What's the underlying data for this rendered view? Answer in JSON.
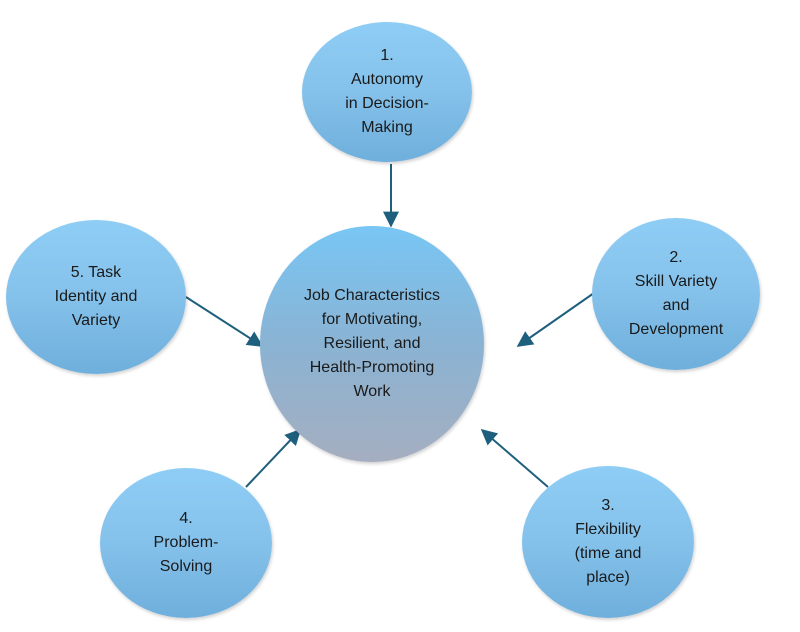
{
  "diagram": {
    "center": {
      "label": "Job Characteristics\nfor Motivating,\nResilient, and\nHealth-Promoting\nWork"
    },
    "nodes": [
      {
        "id": "autonomy",
        "label": "1.\nAutonomy\nin Decision-\nMaking"
      },
      {
        "id": "skill",
        "label": "2.\nSkill Variety\nand\nDevelopment"
      },
      {
        "id": "flexibility",
        "label": "3.\nFlexibility\n(time and\nplace)"
      },
      {
        "id": "problem",
        "label": "4.\nProblem-\nSolving"
      },
      {
        "id": "task",
        "label": "5. Task\nIdentity and\nVariety"
      }
    ],
    "colors": {
      "arrow": "#1f5f7e",
      "node_fill": "#86c3ec",
      "center_fill_top": "#78c6f5",
      "center_fill_bottom": "#a5aec0",
      "text": "#1a1a1a"
    }
  }
}
